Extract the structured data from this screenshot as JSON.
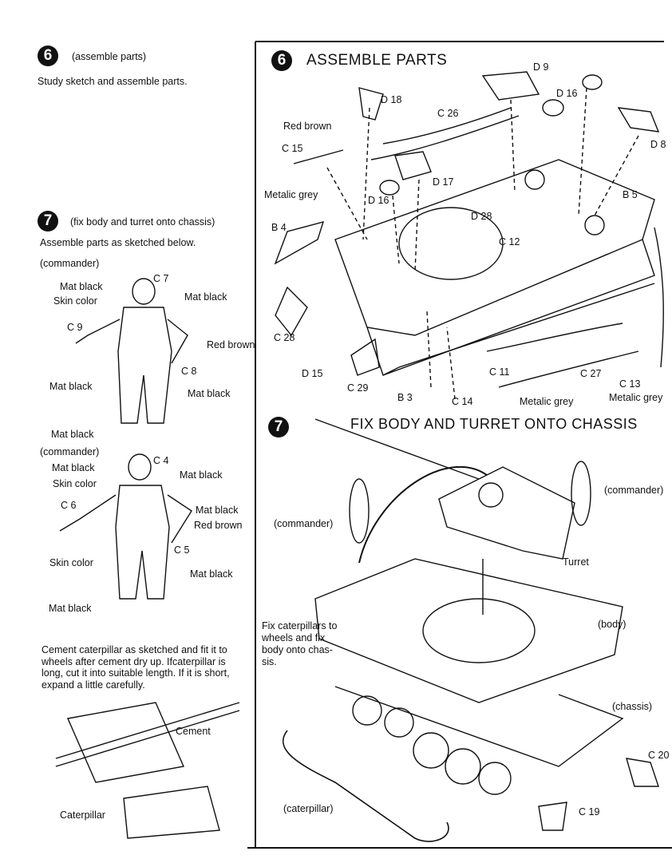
{
  "left": {
    "step6": {
      "number": "6",
      "title": "(assemble parts)",
      "instruction": "Study sketch and assemble parts."
    },
    "step7": {
      "number": "7",
      "title": "(fix body and turret onto chassis)",
      "instruction": "Assemble parts as sketched below."
    },
    "commander1": {
      "heading": "(commander)",
      "labels": [
        "Mat black",
        "C 7",
        "Skin color",
        "Mat black",
        "C 9",
        "Red brown",
        "C 8",
        "Mat black",
        "Mat black",
        "Mat black"
      ]
    },
    "commander2": {
      "heading": "(commander)",
      "labels": [
        "Mat black",
        "C 4",
        "Mat black",
        "Skin color",
        "C 6",
        "Mat black",
        "Red brown",
        "C 5",
        "Skin color",
        "Mat black",
        "Mat black"
      ]
    },
    "caterpillar_note": "Cement caterpillar as sketched and fit it to wheels after cement dry up. Ifcaterpillar is long, cut it into suitable length. If it is short, expand a little carefully.",
    "cement_label": "Cement",
    "caterpillar_label": "Caterpillar"
  },
  "right": {
    "step6": {
      "number": "6",
      "title": "ASSEMBLE PARTS",
      "labels": [
        "D 9",
        "D 18",
        "D 16",
        "C 26",
        "Red brown",
        "C 15",
        "D 8",
        "D 17",
        "Metalic grey",
        "D 16",
        "B 5",
        "D 28",
        "B 4",
        "C 12",
        "C 28",
        "D 15",
        "C 29",
        "C 11",
        "C 27",
        "C 13",
        "B 3",
        "C 14",
        "Metalic grey",
        "Metalic grey"
      ]
    },
    "step7": {
      "number": "7",
      "title": "FIX BODY AND TURRET ONTO CHASSIS",
      "labels": [
        "(commander)",
        "(commander)",
        "Turret",
        "(body)",
        "(chassis)",
        "C 20",
        "C 19",
        "(caterpillar)"
      ],
      "note": [
        "Fix caterpillars to",
        "wheels and fix",
        "body onto chas-",
        "sis."
      ]
    }
  }
}
